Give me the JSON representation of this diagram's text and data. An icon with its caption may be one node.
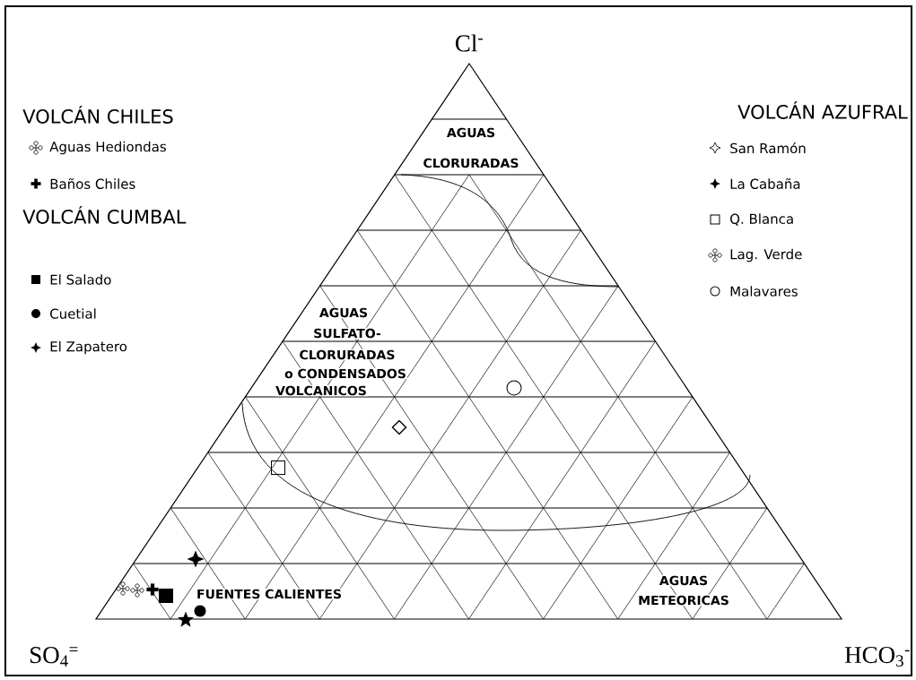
{
  "diagram": {
    "labels": [
      "Cl$^{-}$",
      "VOLCÁN CHILES",
      "VOLCÁN AZUFRAL",
      "AGUAS",
      "CLORURADAS",
      "VOLCÁN CUMBAL",
      "AGUAS",
      "SULFATO-",
      "CLORURADAS",
      "o CONDENSADOS",
      "VOLCANICOS",
      "AGUAS",
      "FUENTES CALIENTES",
      "METEORICAS",
      "SO$_{4}$$^{=}$",
      "HCO$_{3}$$^{-}$"
    ],
    "legend": [
      {
        "text": "Aguas Hediondas"
      },
      {
        "text": "Baños Chiles"
      },
      {
        "text": "El Salado"
      },
      {
        "text": "Cuetial"
      },
      {
        "text": "El Zapatero"
      },
      {
        "text": "San Ramón"
      },
      {
        "text": "La Cabaña"
      },
      {
        "text": "Q. Blanca"
      },
      {
        "text": "Lag. Verde"
      },
      {
        "text": "Malavares"
      }
    ]
  }
}
